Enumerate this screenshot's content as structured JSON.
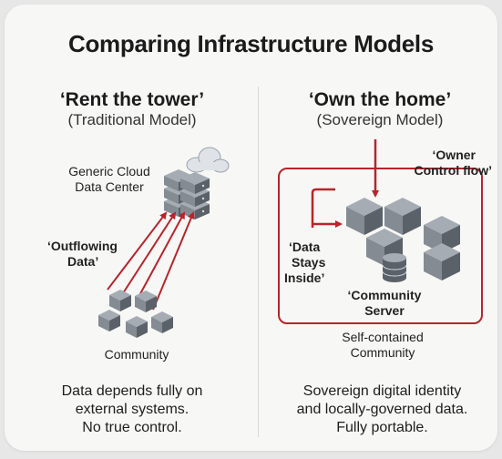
{
  "title": "Comparing Infrastructure Models",
  "left": {
    "heading": "‘Rent the tower’",
    "subheading": "(Traditional Model)",
    "cloud_label_1": "Generic Cloud",
    "cloud_label_2": "Data Center",
    "flow_label_1": "‘Outflowing",
    "flow_label_2": "Data’",
    "community_label": "Community",
    "desc_1": "Data depends fully on",
    "desc_2": "external systems.",
    "desc_3": "No true control."
  },
  "right": {
    "heading": "‘Own the home’",
    "subheading": "(Sovereign Model)",
    "control_label_1": "‘Owner",
    "control_label_2": "Control flow’",
    "inside_label_1": "‘Data",
    "inside_label_2": "Stays",
    "inside_label_3": "Inside’",
    "server_label_1": "‘Community",
    "server_label_2": "Server",
    "community_label_1": "Self-contained",
    "community_label_2": "Community",
    "desc_1": "Sovereign digital identity",
    "desc_2": "and locally-governed data.",
    "desc_3": "Fully portable."
  },
  "colors": {
    "accent_red": "#b8242a",
    "cube_light": "#a6acb3",
    "cube_mid": "#858b93",
    "cube_dark": "#5b6168",
    "cloud": "#dfe3e8"
  },
  "icons": [
    "cloud-icon",
    "server-stack-icon",
    "cube-icon",
    "database-icon"
  ]
}
